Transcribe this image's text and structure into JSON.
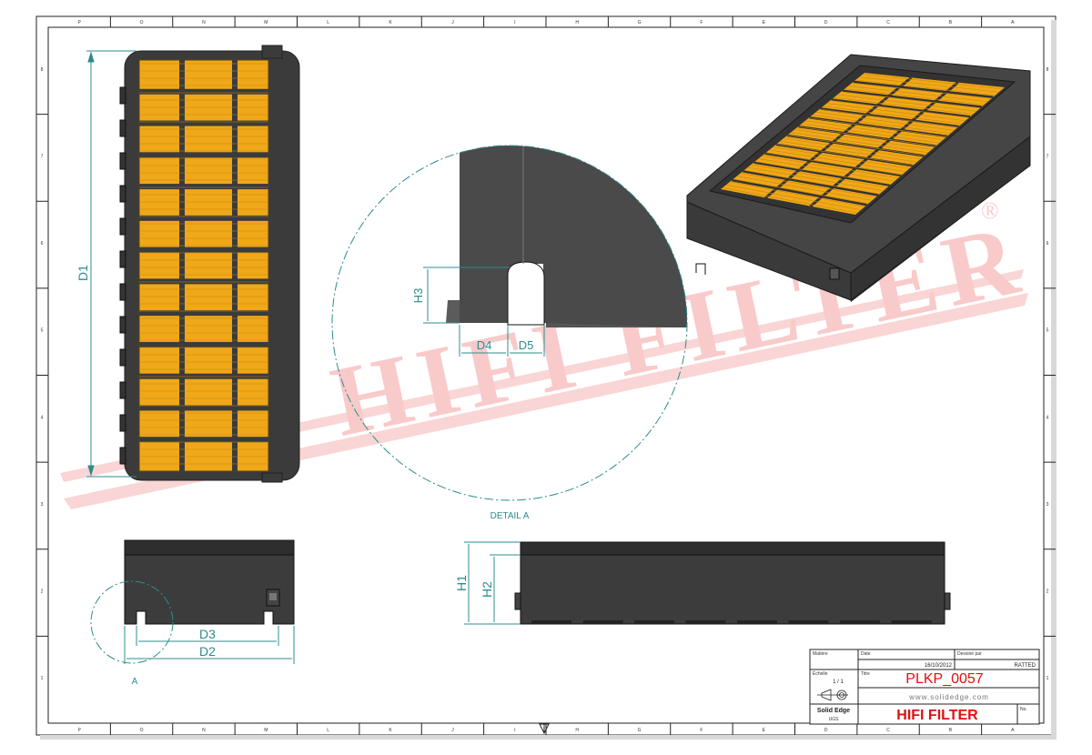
{
  "drawing": {
    "part_number": "PLKP_0057",
    "brand": "HIFI FILTER",
    "watermark": "HIFI FILTER",
    "registered_mark": "®",
    "website": "www.solidedge.com",
    "cad_brand": "Solid Edge",
    "cad_sub": "UGS",
    "date": "16/10/2012",
    "checked_by": "RATTED",
    "scale": "1 / 1",
    "detail_label": "DETAIL A",
    "detail_marker": "A"
  },
  "title_block": {
    "label_material": "Matière",
    "label_date": "Date",
    "label_designer": "Dessiné par",
    "label_scale": "Échelle",
    "label_title": "Titre",
    "label_no": "No."
  },
  "dimensions": {
    "d1": "D1",
    "d2": "D2",
    "d3": "D3",
    "d4": "D4",
    "d5": "D5",
    "h1": "H1",
    "h2": "H2",
    "h3": "H3"
  },
  "border_zones": {
    "top": [
      "P",
      "O",
      "N",
      "M",
      "L",
      "K",
      "J",
      "I",
      "H",
      "G",
      "F",
      "E",
      "D",
      "C",
      "B",
      "A"
    ],
    "bottom": [
      "P",
      "O",
      "N",
      "M",
      "L",
      "K",
      "J",
      "I",
      "H",
      "G",
      "F",
      "E",
      "D",
      "C",
      "B",
      "A"
    ],
    "right": [
      "8",
      "7",
      "6",
      "5",
      "4",
      "3",
      "2",
      "1"
    ]
  },
  "colors": {
    "frame": "#3f3f3f",
    "frame_dark": "#2a2a2a",
    "media": "#f0a818",
    "dimension": "#2c8c8c",
    "watermark": "#f08080",
    "title_red": "#e01010"
  }
}
